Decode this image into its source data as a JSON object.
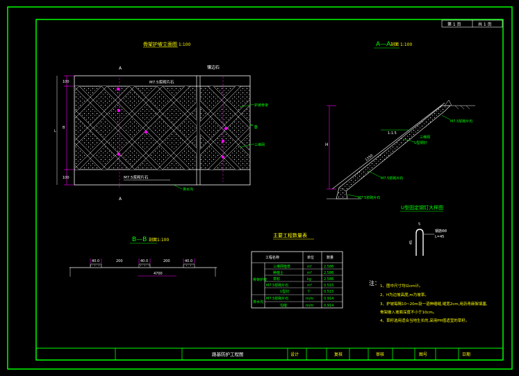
{
  "title_block": {
    "sheet_a": "第 1 页",
    "sheet_b": "共 1 页",
    "drawing_title": "路基防护工程图",
    "design": "设计",
    "review": "复核",
    "check": "审核",
    "drawing_no": "图号",
    "date": "日期"
  },
  "elevation": {
    "title": "骨架护坡立面图",
    "scale": "1:100",
    "section_a_top": "A",
    "section_a_bottom": "A",
    "section_b_left": "B",
    "section_b_right": "B",
    "right_label_top": "镶边石",
    "top_mortar": "M7.5浆砌片石",
    "bottom_mortar": "M7.5浆砌片石",
    "label_right1": "护坡骨架",
    "label_right2": "三维网",
    "label_bottom": "排水沟",
    "dim_left_total": "L",
    "dim_left_top": "100",
    "dim_left_mid": "B",
    "dim_left_bottom": "100"
  },
  "section_aa": {
    "title": "A—A",
    "title_suffix": "剖面",
    "scale": "1:100",
    "dim_h": "H",
    "slope": "1:1.5",
    "note1": "M7.5浆砌片石",
    "note2": "U型钢钉",
    "note3": "M7.5浆砌片石",
    "note4": "M7.5浆砌片石",
    "note5": "三维网",
    "dim_len": "1250"
  },
  "u_nail": {
    "title": "U型固定钢钉大样图",
    "dim_top": "5",
    "dim_side": "45",
    "label1": "钢筋Φ8",
    "label2": "L=45"
  },
  "section_bb": {
    "title": "B—B",
    "title_suffix": "剖面",
    "scale": "1:100",
    "dims": [
      "40.0",
      "200",
      "40.0",
      "200",
      "40.0"
    ],
    "total": "4700"
  },
  "quantity_table": {
    "title": "主要工程数量表",
    "header": [
      "工程名称",
      "单位",
      "数量"
    ],
    "group1": "骨架护坡",
    "group2": "排水沟",
    "rows": [
      [
        "三维网植草",
        "m²",
        "2.586"
      ],
      [
        "种植土",
        "m³",
        "2.586"
      ],
      [
        "草籽",
        "kg",
        "2.586"
      ],
      [
        "M7.5浆砌片石",
        "m³",
        "0.515"
      ],
      [
        "U型钉",
        "个",
        "0.515"
      ],
      [
        "M7.5浆砌片石",
        "m/m",
        "0.914"
      ],
      [
        "勾缝",
        "m/m",
        "0.914"
      ]
    ]
  },
  "notes": {
    "label": "注：",
    "items": [
      "1、图中尺寸均以cm计。",
      "2、H为边坡高度,m为坡率。",
      "3、护坡每隔10~20m设一道伸缩缝,缝宽2cm,用沥青麻絮填塞,",
      "   骨架嵌入坡面深度不小于10cm。",
      "4、草籽选用适合当地生长的,采用PH值适宜的草籽。"
    ]
  }
}
